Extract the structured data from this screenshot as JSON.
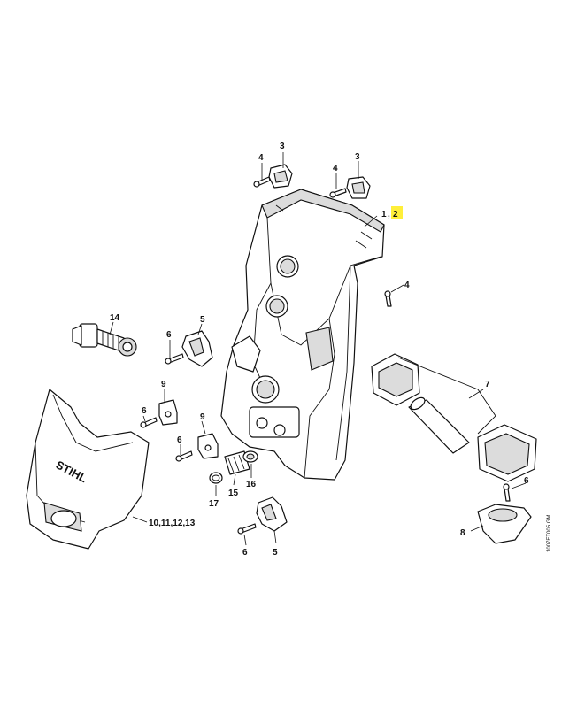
{
  "labels": {
    "l_3a": "3",
    "l_4a": "4",
    "l_4b": "4",
    "l_3b": "3",
    "l_1": "1",
    "l_comma": ",",
    "l_2": "2",
    "l_4c": "4",
    "l_14": "14",
    "l_5a": "5",
    "l_6a": "6",
    "l_9a": "9",
    "l_6b": "6",
    "l_9b": "9",
    "l_6c": "6",
    "l_7": "7",
    "l_16": "16",
    "l_17": "17",
    "l_15": "15",
    "l_6d": "6",
    "l_8": "8",
    "l_10_13": "10,11,12,13",
    "l_6e": "6",
    "l_5b": "5"
  },
  "brand_text": "STIHL",
  "drawing_code": "1007ET005 GM",
  "colors": {
    "highlight": "#ffef3a",
    "divider": "#f2c79a",
    "line": "#111111"
  }
}
